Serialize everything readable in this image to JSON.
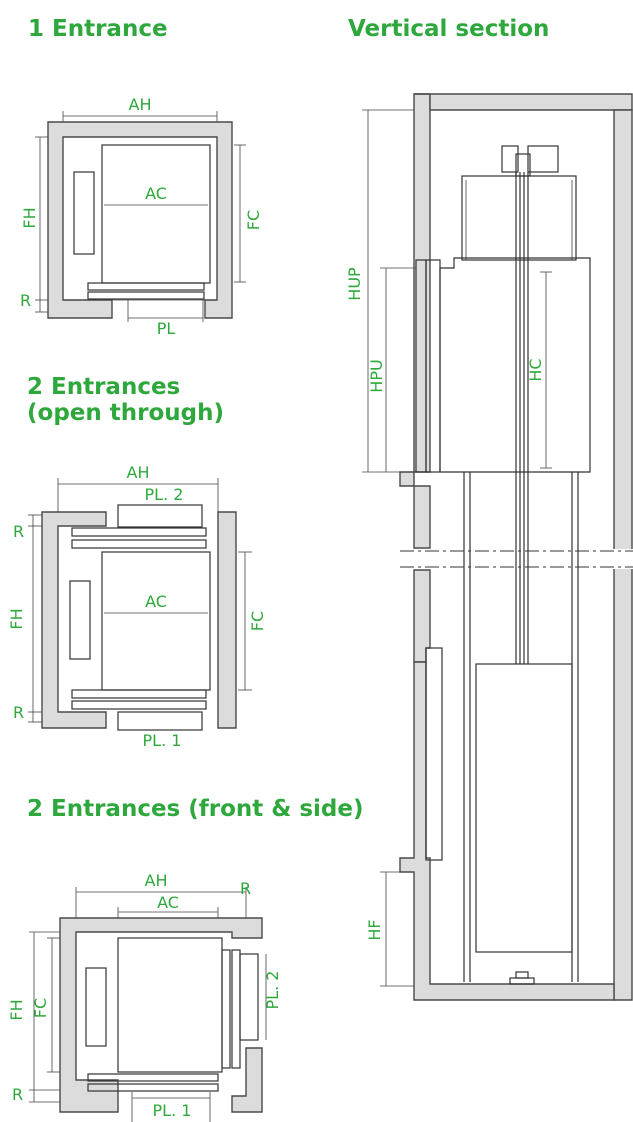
{
  "headings": {
    "one_entrance": "1 Entrance",
    "vertical_section": "Vertical section",
    "two_entrances_line1": "2 Entrances",
    "two_entrances_line2": "(open through)",
    "front_side": "2 Entrances (front & side)"
  },
  "labels": {
    "ah": "AH",
    "ac": "AC",
    "fh": "FH",
    "fc": "FC",
    "r": "R",
    "pl": "PL",
    "pl1": "PL. 1",
    "pl2": "PL. 2",
    "hup": "HUP",
    "hpu": "HPU",
    "hc": "HC",
    "hf": "HF"
  },
  "colors": {
    "accent": "#2ea83c",
    "wall_fill": "#dcdcdc",
    "line": "#333333"
  }
}
